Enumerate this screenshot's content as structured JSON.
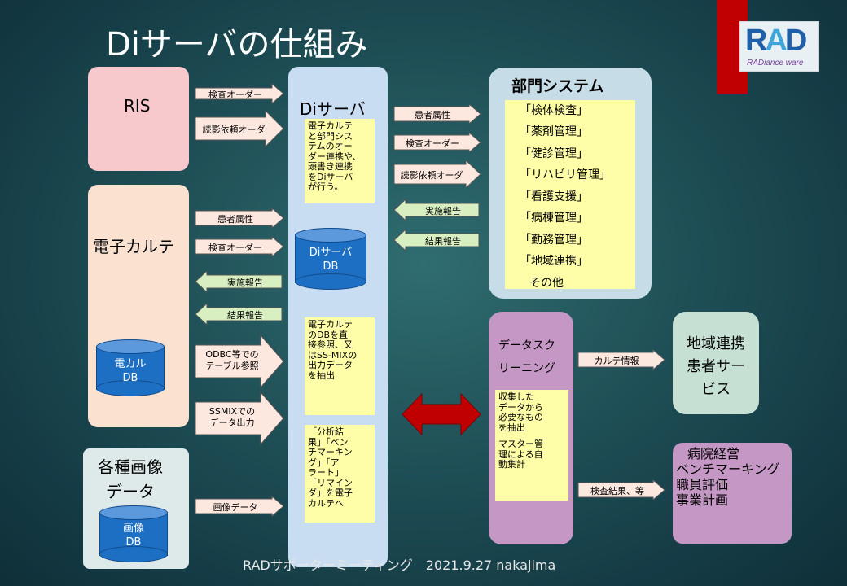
{
  "title": "Diサーバの仕組み",
  "logo": {
    "main_r": "R",
    "main_a": "A",
    "main_d": "D",
    "sub": "RADiance ware"
  },
  "boxes": {
    "ris": "RIS",
    "emr": "電子カルテ",
    "emr_db": [
      "電カル",
      "DB"
    ],
    "imaging": [
      "各種画像",
      "データ"
    ],
    "image_db": [
      "画像",
      "DB"
    ],
    "di": "Diサーバ",
    "di_db": [
      "Diサーバ",
      "DB"
    ],
    "dept_title": "部門システム",
    "screening": [
      "データスク",
      "リーニング"
    ],
    "regional": [
      "地域連携",
      "患者サー",
      "ビス"
    ],
    "management": [
      "病院経営",
      "ベンチマーキング",
      "職員評価",
      "事業計画"
    ]
  },
  "notes": {
    "di_top": [
      "電子カルテ",
      "と部門シス",
      "テムのオー",
      "ダー連携や、",
      "頭書き連携",
      "をDiサーバ",
      "が行う。"
    ],
    "di_mid": [
      "電子カルテ",
      "のDBを直",
      "接参照、又",
      "はSS-MIXの",
      "出力データ",
      "を抽出"
    ],
    "di_bot": [
      "「分析結",
      "果」「ベン",
      "チマーキン",
      "グ」「ア",
      "ラート」",
      "「リマイン",
      "ダ」を電子",
      "カルテへ"
    ],
    "screening": [
      "収集した",
      "データから",
      "必要なもの",
      "を抽出",
      "",
      "マスター管",
      "理による自",
      "動集計"
    ]
  },
  "dept_items": [
    "「検体検査」",
    "「薬剤管理」",
    "「健診管理」",
    "「リハビリ管理」",
    "「看護支援」",
    "「病棟管理」",
    "「勤務管理」",
    "「地域連携」",
    "その他"
  ],
  "arrows": {
    "ris_order": "検査オーダー",
    "ris_reading": "読影依頼オーダ",
    "emr_patient": "患者属性",
    "emr_order": "検査オーダー",
    "emr_done": "実施報告",
    "emr_result": "結果報告",
    "emr_odbc": [
      "ODBC等での",
      "テーブル参照"
    ],
    "emr_ssmix": [
      "SSMIXでの",
      "データ出力"
    ],
    "image_data": "画像データ",
    "dept_patient": "患者属性",
    "dept_order": "検査オーダー",
    "dept_reading": "読影依頼オーダ",
    "dept_done": "実施報告",
    "dept_result": "結果報告",
    "karte_info": "カルテ情報",
    "exam_result": "検査結果、等"
  },
  "footer": "RADサポーターミーティング　2021.9.27 nakajima",
  "colors": {
    "arrow_right": "#fde8e0",
    "arrow_left": "#d8efc2",
    "double_arrow": "#c00000",
    "note": "#fffea8"
  }
}
